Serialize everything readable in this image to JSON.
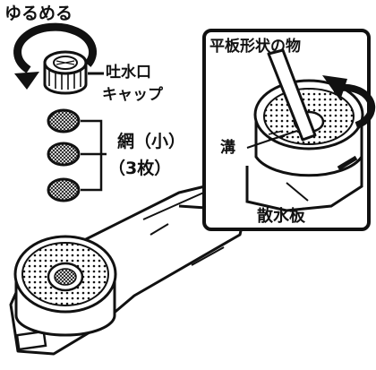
{
  "title": "ゆるめる",
  "labels": {
    "cap_line1": "吐水口",
    "cap_line2": "キャップ",
    "mesh_line1": "網（小）",
    "mesh_line2": "（3枚）",
    "flat_object": "平板形状の物",
    "groove": "溝",
    "spray_plate": "散水板"
  },
  "icons": {
    "loosen_arrow": "counterclockwise-arrow-icon",
    "detail_arrow": "counterclockwise-arrow-icon"
  },
  "colors": {
    "ink": "#111111",
    "paper": "#ffffff"
  }
}
